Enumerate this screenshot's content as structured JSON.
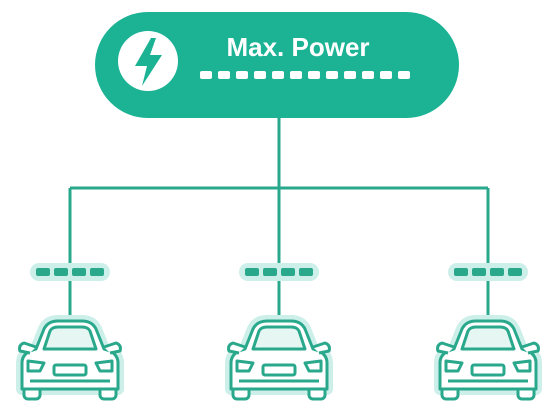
{
  "power_node": {
    "label": "Max. Power",
    "icon": "lightning-bolt-icon",
    "level_segments": 12
  },
  "cars": [
    {
      "icon": "car-icon",
      "level_segments": 4
    },
    {
      "icon": "car-icon",
      "level_segments": 4
    },
    {
      "icon": "car-icon",
      "level_segments": 4
    }
  ],
  "colors": {
    "primary": "#1BB394",
    "line": "#2AA88C",
    "meter_fill": "#2AA88C",
    "glow": "#CDEFEA",
    "car_stroke": "#2AA88C",
    "car_fill": "#FFFFFF",
    "car_glass": "#E6F7F3",
    "text_on_primary": "#FFFFFF"
  }
}
